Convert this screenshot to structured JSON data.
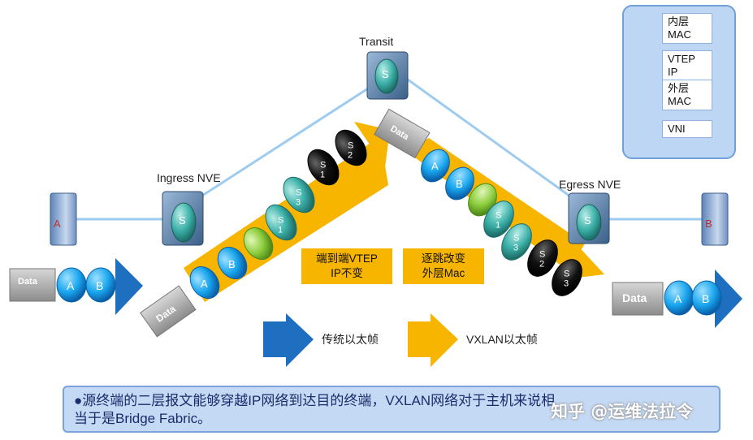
{
  "nodes": {
    "transit": "Transit",
    "ingress": "Ingress NVE",
    "egress": "Egress NVE",
    "host_a": "A",
    "host_b": "B"
  },
  "switch_icon_text": "S",
  "legend": [
    {
      "label": "内层\nMAC",
      "color": "#19a6ee"
    },
    {
      "label": "VTEP IP",
      "color": "#3bb0a8"
    },
    {
      "label": "外层\nMAC",
      "color": "#111111"
    },
    {
      "label": "VNI",
      "color": "#8ccd3c"
    }
  ],
  "frames": {
    "left": {
      "data": "Data",
      "a": "A",
      "b": "B"
    },
    "right": {
      "data": "Data",
      "a": "A",
      "b": "B"
    },
    "ingress_packet": {
      "data": "Data",
      "a": "A",
      "b": "B",
      "s1": "S\n1",
      "s3": "S\n3",
      "outer1": "S\n1",
      "outer2": "S\n2"
    },
    "egress_packet": {
      "data": "Data",
      "a": "A",
      "b": "B",
      "s1": "S\n1",
      "s3": "S\n3",
      "outer1": "S\n2",
      "outer2": "S\n3"
    }
  },
  "callouts": {
    "left": "端到端VTEP\nIP不变",
    "right": "逐跳改变\n外层Mac"
  },
  "arrow_legend": {
    "traditional": "传统以太帧",
    "vxlan": "VXLAN以太帧"
  },
  "banner": "●源终端的二层报文能够穿越IP网络到达目的终端，VXLAN网络对于主机来说相\n当于是Bridge Fabric。",
  "watermark": "知乎 @运维法拉令",
  "colors": {
    "blue_arrow": "#1e6fc0",
    "yellow_arrow": "#f7b500",
    "line": "#9ecbf0",
    "inner_mac": "#19a6ee",
    "vtep_ip": "#3bb0a8",
    "outer_mac": "#111111",
    "vni": "#8ccd3c"
  }
}
